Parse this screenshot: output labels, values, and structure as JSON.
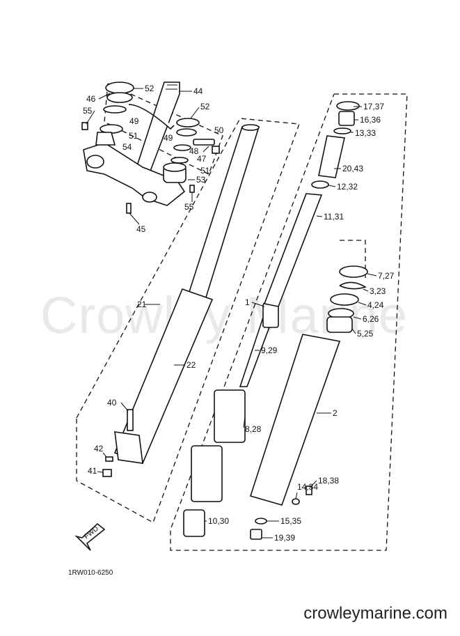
{
  "watermark": "Crowley Marine",
  "diagram_code": "1RW010-6250",
  "site": "crowleymarine.com",
  "fwd_label": "FWD",
  "callouts": [
    "52",
    "44",
    "46",
    "55",
    "49",
    "51",
    "54",
    "52",
    "50",
    "49",
    "48",
    "47",
    "51",
    "53",
    "55",
    "45",
    "17,37",
    "16,36",
    "13,33",
    "20,43",
    "12,32",
    "11,31",
    "7,27",
    "3,23",
    "4,24",
    "6,26",
    "5,25",
    "1",
    "9,29",
    "21",
    "22",
    "8,28",
    "2",
    "40",
    "42",
    "41",
    "18,38",
    "14,34",
    "10,30",
    "15,35",
    "19,39"
  ]
}
